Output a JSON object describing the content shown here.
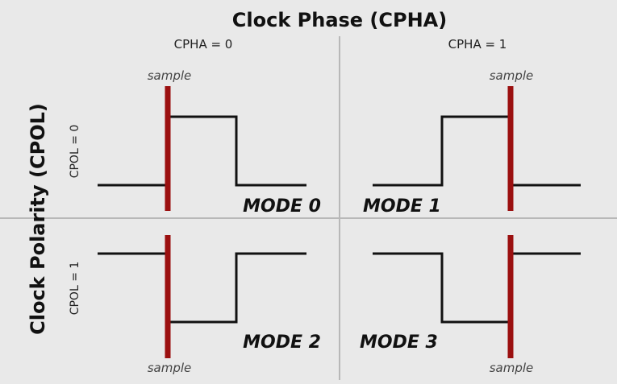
{
  "title": "Clock Phase (CPHA)",
  "y_axis_label": "Clock Polarity (CPOL)",
  "columns": [
    {
      "label": "CPHA = 0"
    },
    {
      "label": "CPHA = 1"
    }
  ],
  "rows": [
    {
      "label": "CPOL = 0"
    },
    {
      "label": "CPOL = 1"
    }
  ],
  "sample_label": "sample",
  "modes": [
    {
      "label": "MODE 0",
      "cpol": 0,
      "cpha": 0
    },
    {
      "label": "MODE 1",
      "cpol": 0,
      "cpha": 1
    },
    {
      "label": "MODE 2",
      "cpol": 1,
      "cpha": 0
    },
    {
      "label": "MODE 3",
      "cpol": 1,
      "cpha": 1
    }
  ],
  "colors": {
    "background": "#e9e9e9",
    "signal": "#111111",
    "sample_marker": "#9b1010",
    "divider": "#b8b8b8"
  }
}
